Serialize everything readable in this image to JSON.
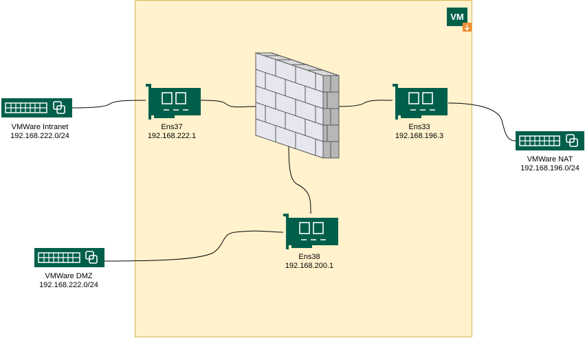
{
  "vm_badge": {
    "label": "VM"
  },
  "networks": [
    {
      "id": "intranet",
      "name": "VMWare Intranet",
      "subnet": "192.168.222.0/24"
    },
    {
      "id": "nat",
      "name": "VMWare NAT",
      "subnet": "192.168.196.0/24"
    },
    {
      "id": "dmz",
      "name": "VMWare DMZ",
      "subnet": "192.168.222.0/24"
    }
  ],
  "interfaces": [
    {
      "id": "ens37",
      "name": "Ens37",
      "ip": "192.168.222.1"
    },
    {
      "id": "ens33",
      "name": "Ens33",
      "ip": "192.168.196.3"
    },
    {
      "id": "ens38",
      "name": "Ens38",
      "ip": "192.168.200.1"
    }
  ],
  "colors": {
    "vm_area_fill": "#fff2cc",
    "vm_area_border": "#d6b656",
    "icon_green": "#005f4b",
    "badge_orange": "#f08c35"
  }
}
